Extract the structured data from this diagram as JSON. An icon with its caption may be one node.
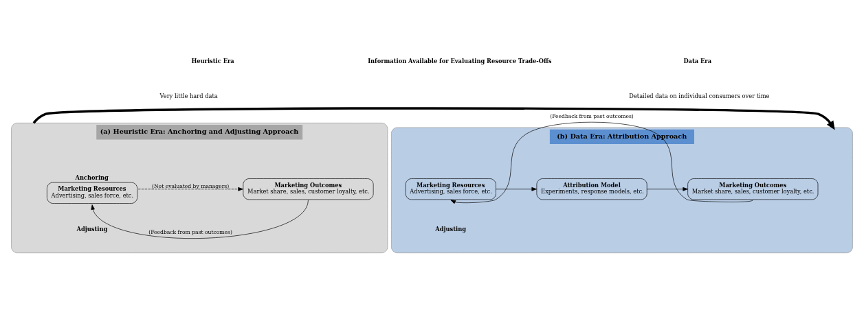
{
  "diagram": {
    "nodes": [
      {
        "text": [
          "(a) Heuristic Era: Anchoring and Adjusting Approach"
        ]
      },
      {
        "text": [
          "Marketing Resources",
          "Advertising, sales force, etc."
        ],
        "in": 0,
        "beside": [
          "Anchoring"
        ]
      },
      {
        "text": [
          "Marketing Outcomes",
          "Market share, sales, customer loyalty, etc."
        ],
        "in": 0
      },
      {
        "text": [
          "(b) Data Era: Attribution Approach"
        ]
      },
      {
        "text": [
          "Marketing Resources",
          "Advertising, sales force, etc."
        ],
        "in": 3
      },
      {
        "text": [
          "Attribution Model",
          "Experiments, response models, etc."
        ],
        "in": 3
      },
      {
        "text": [
          "Marketing Outcomes",
          "Market share, sales, customer loyalty, etc."
        ],
        "in": 3
      }
    ],
    "edges": [
      {
        "from": 1,
        "to": 2,
        "arrow": "to",
        "style": "dashed",
        "label": "(Not evaluated by managers)"
      },
      {
        "from": 2,
        "to": 1,
        "arrow": "to",
        "label": "(Feedback from past outcomes)"
      },
      {
        "from": 0,
        "to": 3,
        "arrow": "to",
        "style": "thick"
      },
      {
        "from": 4,
        "to": 5,
        "arrow": "to"
      },
      {
        "from": 5,
        "to": 6,
        "arrow": "to"
      },
      {
        "from": 6,
        "to": 4,
        "arrow": "to",
        "label": "(Feedback from past outcomes)"
      }
    ],
    "labels": [
      "Heuristic Era",
      "Information Available for Evaluating Resource Trade-Offs",
      "Data Era",
      "Very little hard data",
      "Detailed data on individual consumers over time",
      "Adjusting",
      "Adjusting"
    ]
  }
}
